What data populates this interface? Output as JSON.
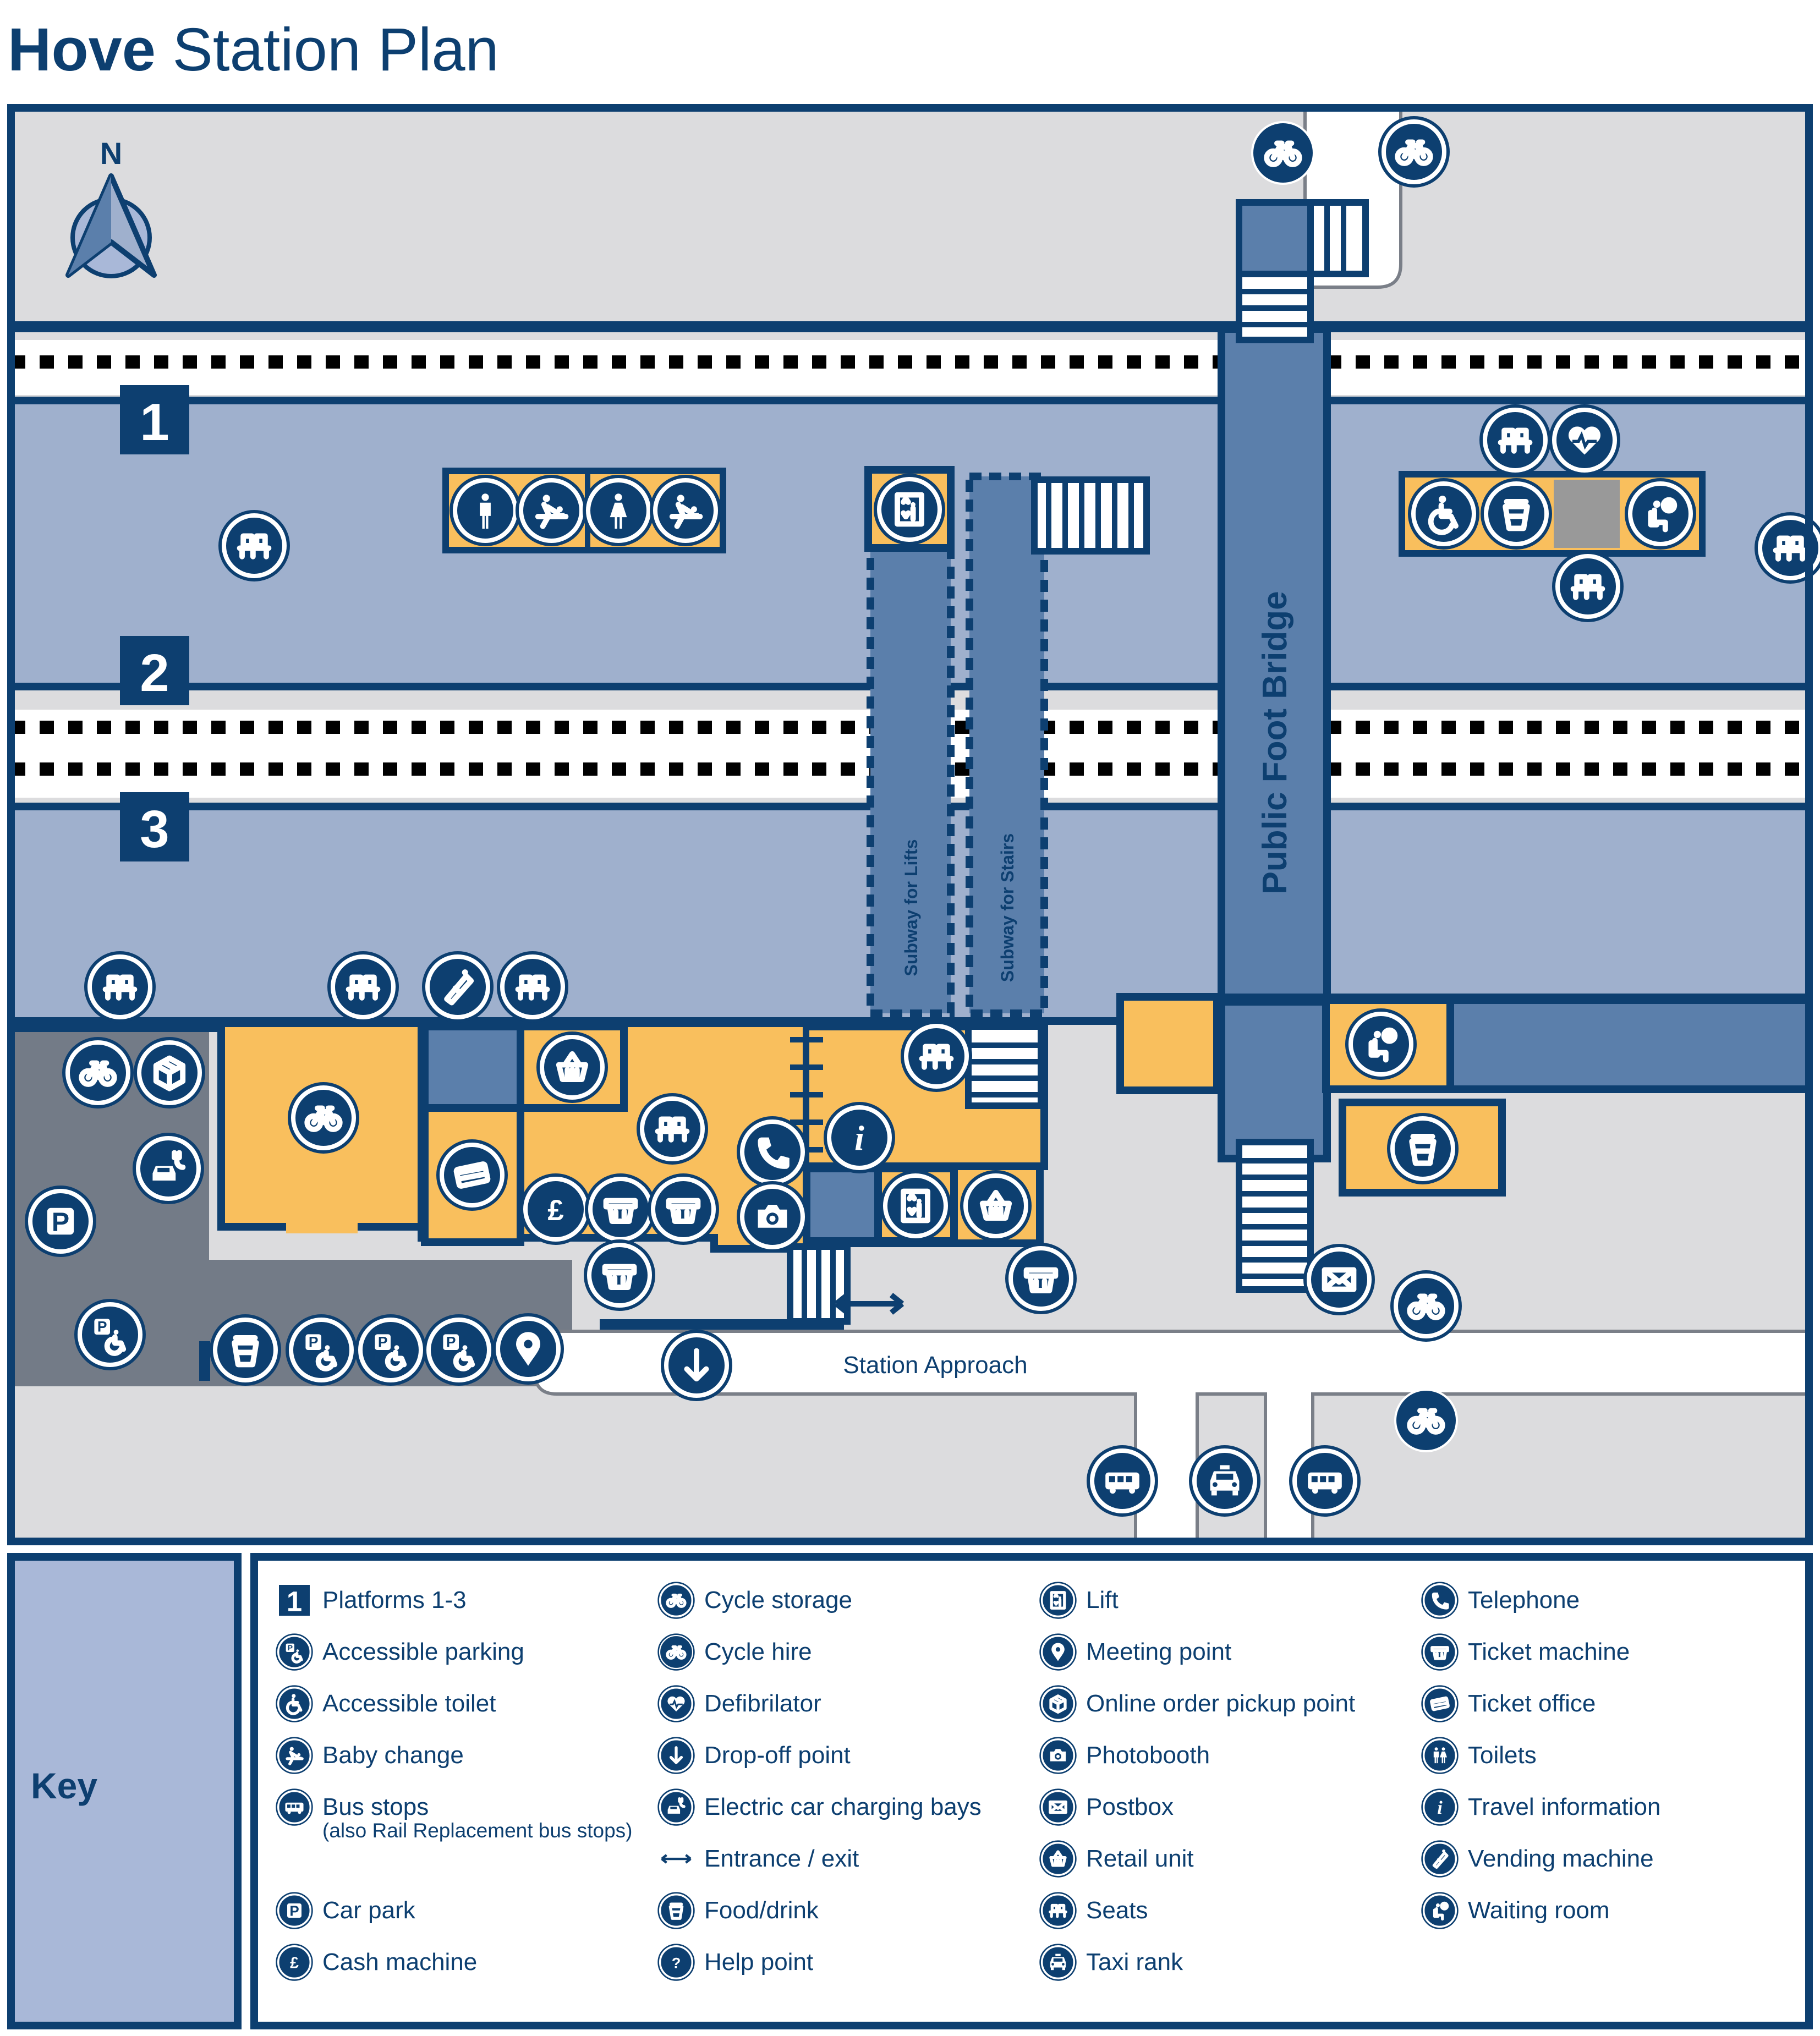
{
  "title": {
    "bold": "Hove",
    "rest": " Station Plan"
  },
  "compass_label": "N",
  "platforms": [
    "1",
    "2",
    "3"
  ],
  "labels": {
    "foot_bridge": "Public Foot Bridge",
    "subway_lifts": "Subway for Lifts",
    "subway_stairs": "Subway for Stairs",
    "station_approach": "Station Approach"
  },
  "key": {
    "title": "Key",
    "items": [
      {
        "icon": "platform-number-icon",
        "label": "Platforms 1-3"
      },
      {
        "icon": "accessible-parking-icon",
        "label": "Accessible parking"
      },
      {
        "icon": "accessible-toilet-icon",
        "label": "Accessible toilet"
      },
      {
        "icon": "baby-change-icon",
        "label": "Baby change"
      },
      {
        "icon": "bus-icon",
        "label": "Bus stops",
        "sub": "(also Rail Replacement bus stops)"
      },
      {
        "icon": "car-park-icon",
        "label": "Car park"
      },
      {
        "icon": "cash-machine-icon",
        "label": "Cash machine"
      },
      {
        "icon": "cycle-storage-icon",
        "label": "Cycle storage"
      },
      {
        "icon": "cycle-hire-icon",
        "label": "Cycle hire"
      },
      {
        "icon": "defibrillator-icon",
        "label": "Defibrilator"
      },
      {
        "icon": "drop-off-icon",
        "label": "Drop-off point"
      },
      {
        "icon": "ev-charging-icon",
        "label": "Electric car charging bays"
      },
      {
        "icon": "entrance-exit-icon",
        "label": "Entrance / exit"
      },
      {
        "icon": "food-drink-icon",
        "label": "Food/drink"
      },
      {
        "icon": "help-point-icon",
        "label": "Help point"
      },
      {
        "icon": "lift-icon",
        "label": "Lift"
      },
      {
        "icon": "meeting-point-icon",
        "label": "Meeting point"
      },
      {
        "icon": "parcel-icon",
        "label": "Online order pickup point"
      },
      {
        "icon": "photobooth-icon",
        "label": "Photobooth"
      },
      {
        "icon": "postbox-icon",
        "label": "Postbox"
      },
      {
        "icon": "retail-icon",
        "label": "Retail unit"
      },
      {
        "icon": "seats-icon",
        "label": "Seats"
      },
      {
        "icon": "taxi-icon",
        "label": "Taxi rank"
      },
      {
        "icon": "telephone-icon",
        "label": "Telephone"
      },
      {
        "icon": "ticket-machine-icon",
        "label": "Ticket machine"
      },
      {
        "icon": "ticket-office-icon",
        "label": "Ticket office"
      },
      {
        "icon": "toilets-icon",
        "label": "Toilets"
      },
      {
        "icon": "info-icon",
        "label": "Travel information"
      },
      {
        "icon": "vending-icon",
        "label": "Vending machine"
      },
      {
        "icon": "waiting-room-icon",
        "label": "Waiting room"
      }
    ]
  },
  "colors": {
    "navy": "#0d3f70",
    "platform": "#9fb0cd",
    "mid_blue": "#5b7fab",
    "amber": "#f9bf5d",
    "road": "#dcdcde",
    "carpark": "#737b87",
    "key_panel": "#a9b8d8"
  }
}
